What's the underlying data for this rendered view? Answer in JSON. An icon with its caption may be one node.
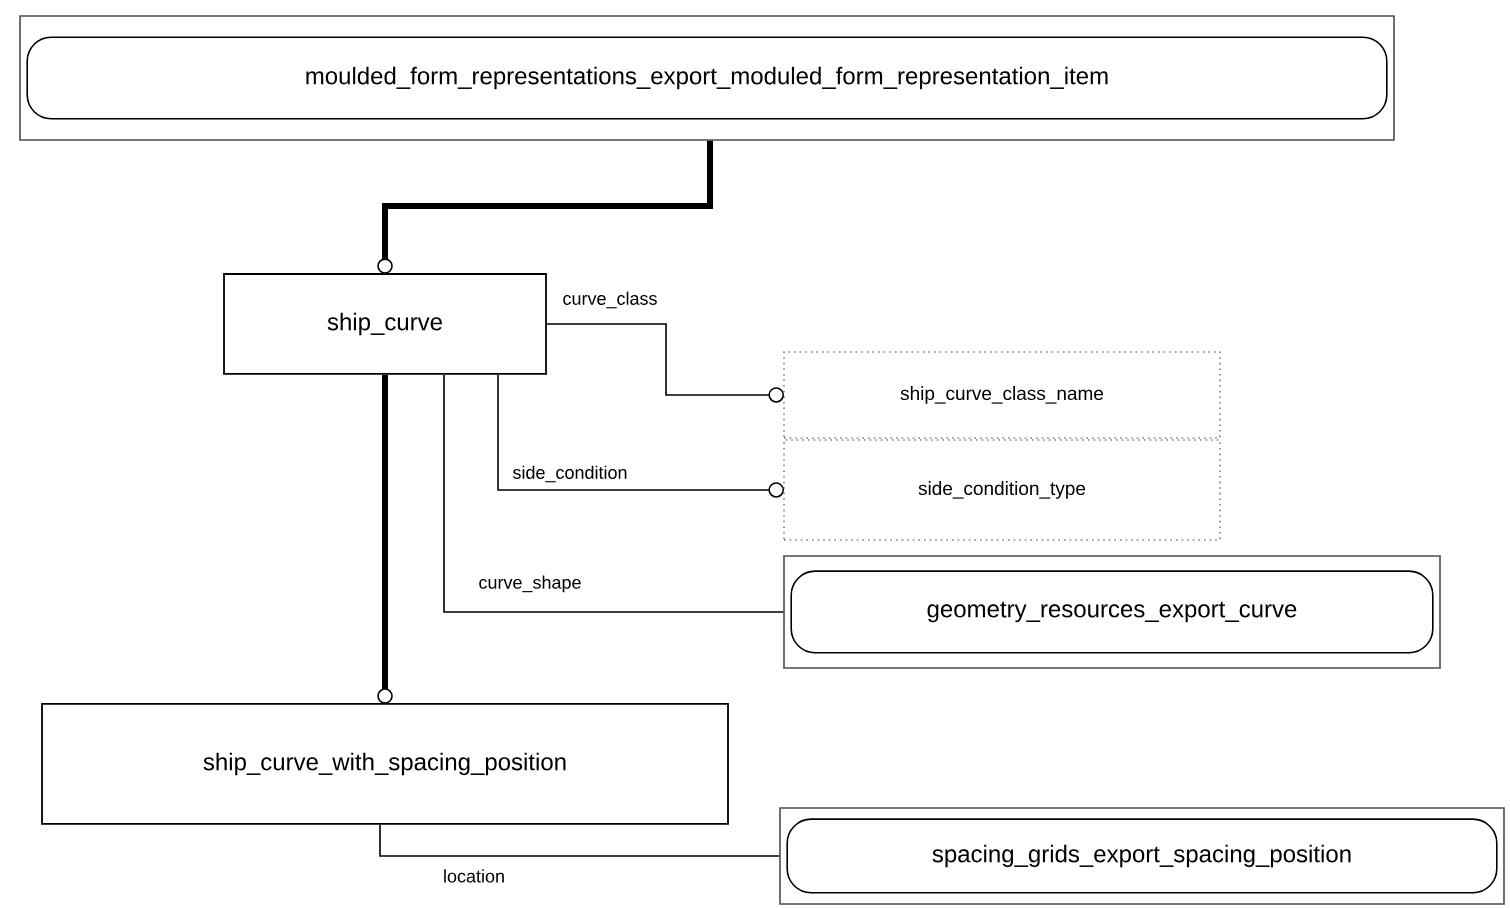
{
  "diagram": {
    "nodes": [
      {
        "text": [
          "moulded_form_representations_export_moduled_form_representation_item"
        ]
      },
      {
        "text": [
          "ship_curve"
        ]
      },
      {
        "text": [
          "ship_curve_class_name"
        ]
      },
      {
        "text": [
          "side_condition_type"
        ]
      },
      {
        "text": [
          "geometry_resources_export_curve"
        ]
      },
      {
        "text": [
          "ship_curve_with_spacing_position"
        ]
      },
      {
        "text": [
          "spacing_grids_export_spacing_position"
        ]
      }
    ],
    "edges": [
      {
        "from": 0,
        "to": 1,
        "arrow": "other",
        "style": "thick"
      },
      {
        "from": 1,
        "to": 2,
        "arrow": "other",
        "label": "curve_class"
      },
      {
        "from": 1,
        "to": 3,
        "arrow": "other",
        "label": "side_condition"
      },
      {
        "from": 1,
        "to": 4,
        "arrow": "none",
        "label": "curve_shape"
      },
      {
        "from": 1,
        "to": 5,
        "arrow": "other",
        "style": "thick"
      },
      {
        "from": 5,
        "to": 6,
        "arrow": "none",
        "label": "location"
      }
    ]
  }
}
